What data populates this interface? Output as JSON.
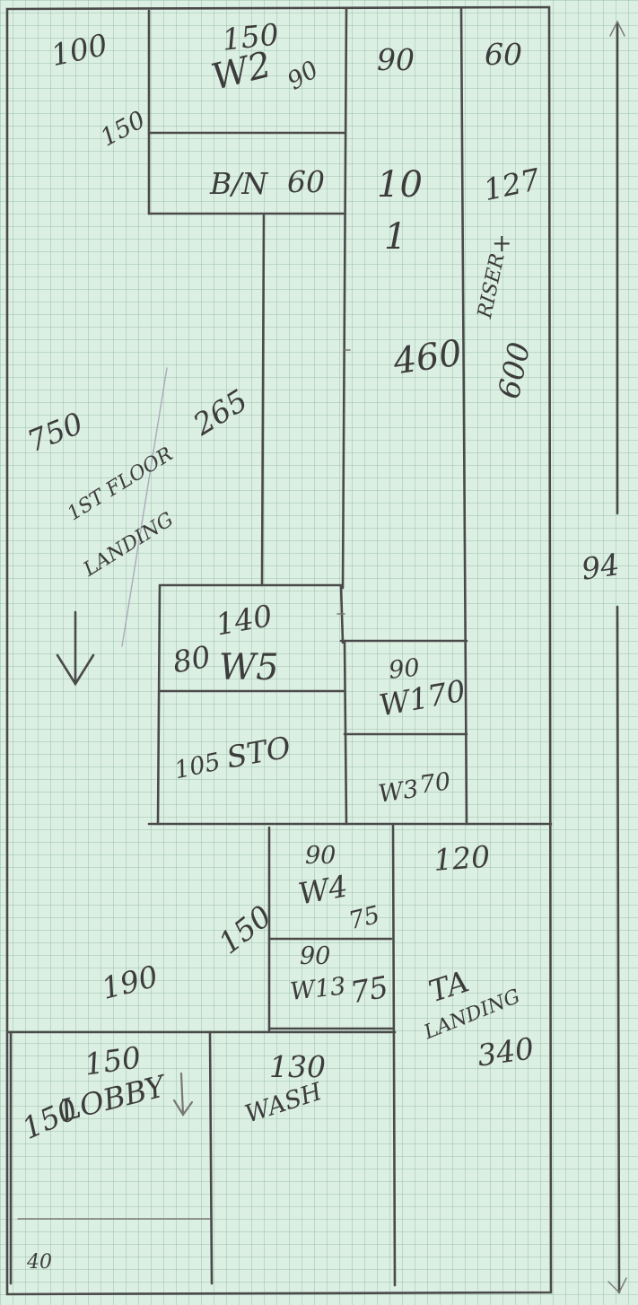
{
  "plan": {
    "top_left": {
      "dimension": "100",
      "side": "150"
    },
    "w2": {
      "width": "150",
      "name": "W2",
      "depth": "90"
    },
    "bin": {
      "name": "B/N",
      "depth": "60"
    },
    "column_90": {
      "width": "90",
      "ten": "10",
      "one": "1",
      "length": "460"
    },
    "column_60": {
      "width": "60",
      "upper": "127",
      "mark": "+",
      "name": "RISER",
      "lower": "600"
    },
    "first_floor_landing": {
      "length": "750",
      "depth": "265",
      "name": "1ST FLOOR",
      "name2": "LANDING"
    },
    "w5": {
      "width": "140",
      "depth": "80",
      "name": "W5"
    },
    "store": {
      "depth": "105",
      "name": "STO"
    },
    "w1": {
      "width": "90",
      "name": "W1",
      "depth": "70"
    },
    "w3": {
      "name": "W3",
      "depth": "70"
    },
    "mid_band": {
      "length": "190",
      "depth": "150"
    },
    "w4": {
      "width": "90",
      "name": "W4",
      "depth": "75"
    },
    "w13": {
      "width": "90",
      "name": "W13",
      "depth": "75"
    },
    "ta_landing": {
      "width": "120",
      "name": "TA",
      "name2": "LANDING",
      "length": "340"
    },
    "lobby": {
      "width": "150",
      "side": "150",
      "name": "LOBBY"
    },
    "wash": {
      "width": "130",
      "name": "WASH"
    },
    "bottom_left": {
      "depth": "40"
    },
    "overall": {
      "length": "94"
    }
  }
}
